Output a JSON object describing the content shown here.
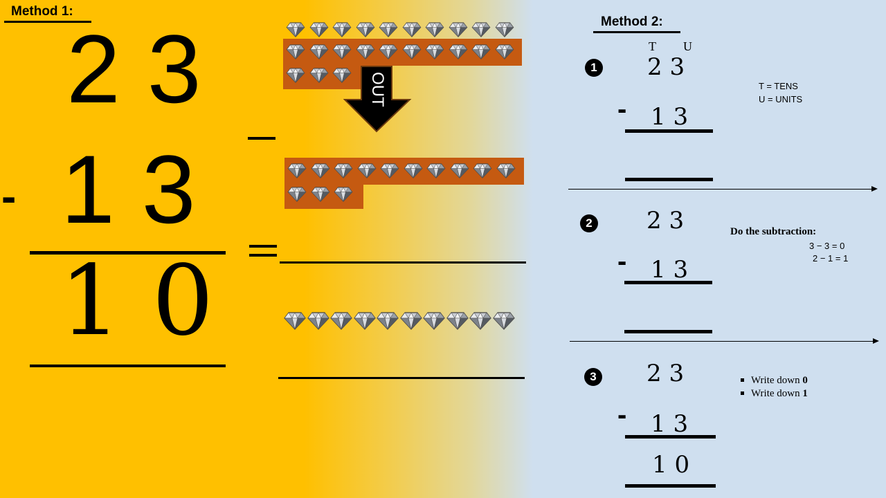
{
  "method1": {
    "title": "Method 1:",
    "top_number": "2 3",
    "minus_sign": "-",
    "bottom_number": "1 3",
    "result": "1 0",
    "side_minus": "_",
    "equals": "=",
    "out_label": "OUT",
    "diamond_rows": {
      "row1_count": 10,
      "row2_count": 10,
      "row3_count": 3,
      "row4_count": 10,
      "row5_count": 3,
      "result_count": 10
    }
  },
  "method2": {
    "title": "Method 2:",
    "header_tens": "T",
    "header_units": "U",
    "legend": {
      "tens": "T = TENS",
      "units": "U = UNITS"
    },
    "steps": [
      {
        "badge": "1",
        "top": "2 3",
        "sign": "-",
        "bottom": "1 3",
        "answer": ""
      },
      {
        "badge": "2",
        "top": "2 3",
        "sign": "-",
        "bottom": "1 3",
        "answer": ""
      },
      {
        "badge": "3",
        "top": "2 3",
        "sign": "-",
        "bottom": "1 3",
        "answer": "1 0"
      }
    ],
    "subtraction_note": {
      "title": "Do the subtraction:",
      "line1": "3 − 3 = 0",
      "line2": "2 − 1 = 1"
    },
    "write_down": [
      {
        "prefix": "Write down ",
        "digit": "0"
      },
      {
        "prefix": "Write down ",
        "digit": "1"
      }
    ]
  }
}
